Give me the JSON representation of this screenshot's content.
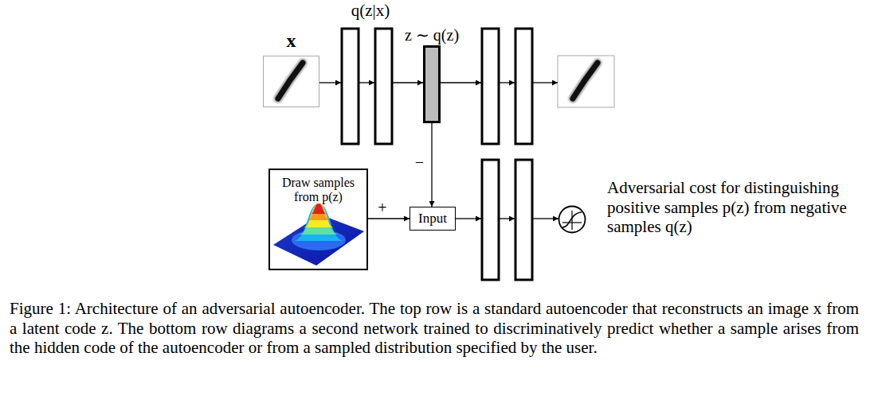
{
  "diagram": {
    "caption": "Figure 1: Architecture of an adversarial autoencoder. The top row is a standard autoencoder that reconstructs an image x from a latent code z. The bottom row diagrams a second network trained to discriminatively predict whether a sample arises from the hidden code of the autoencoder or from a sampled distribution specified by the user.",
    "nodes": [
      {
        "text": [
          "x"
        ]
      },
      {
        "text": [
          "z ∼ q(z)"
        ]
      },
      {
        "text": [
          "Draw samples from p(z)"
        ]
      },
      {
        "text": [
          "Input"
        ]
      }
    ],
    "edges": [
      {
        "from": 2,
        "to": 3,
        "label": "+",
        "arrow": "to"
      },
      {
        "from": 1,
        "to": 3,
        "label": "−",
        "arrow": "to"
      }
    ],
    "labels": [
      "q(z|x)",
      "Adversarial cost for distinguishing positive samples p(z) from negative samples q(z)"
    ]
  }
}
